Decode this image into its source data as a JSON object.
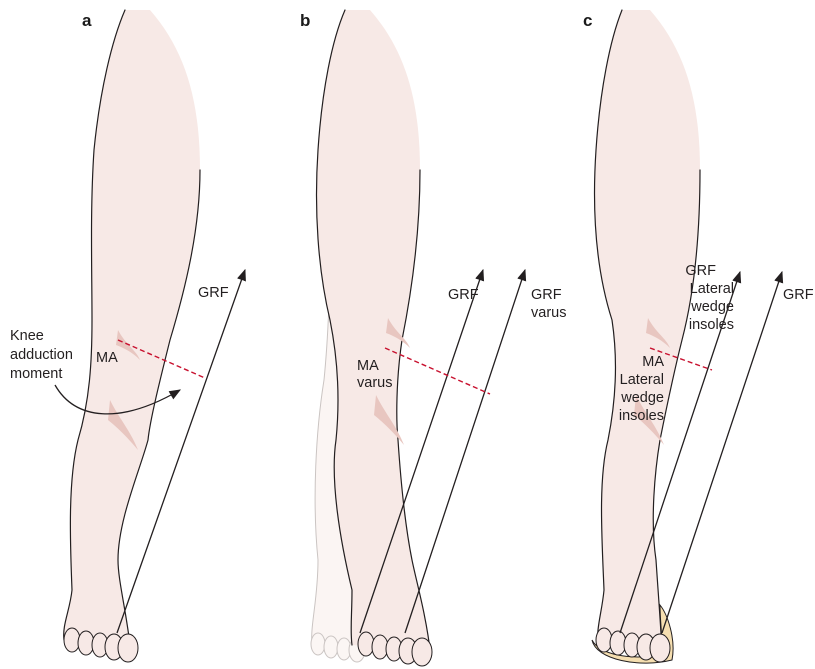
{
  "panels": [
    {
      "id": "a",
      "label": "a",
      "texts": {
        "grf": "GRF",
        "ma": "MA",
        "knee_1": "Knee",
        "knee_2": "adduction",
        "knee_3": "moment"
      }
    },
    {
      "id": "b",
      "label": "b",
      "texts": {
        "grf": "GRF",
        "grf_varus_1": "GRF",
        "grf_varus_2": "varus",
        "ma_varus_1": "MA",
        "ma_varus_2": "varus"
      }
    },
    {
      "id": "c",
      "label": "c",
      "texts": {
        "grf": "GRF",
        "grf_lw_1": "GRF",
        "grf_lw_2": "Lateral",
        "grf_lw_3": "wedge",
        "grf_lw_4": "insoles",
        "ma_lw_1": "MA",
        "ma_lw_2": "Lateral",
        "ma_lw_3": "wedge",
        "ma_lw_4": "insoles"
      }
    }
  ],
  "colors": {
    "skin": "#f7e9e6",
    "outline": "#231f20",
    "moment_arm": "#c8102e",
    "insole": "#f5deb0"
  }
}
